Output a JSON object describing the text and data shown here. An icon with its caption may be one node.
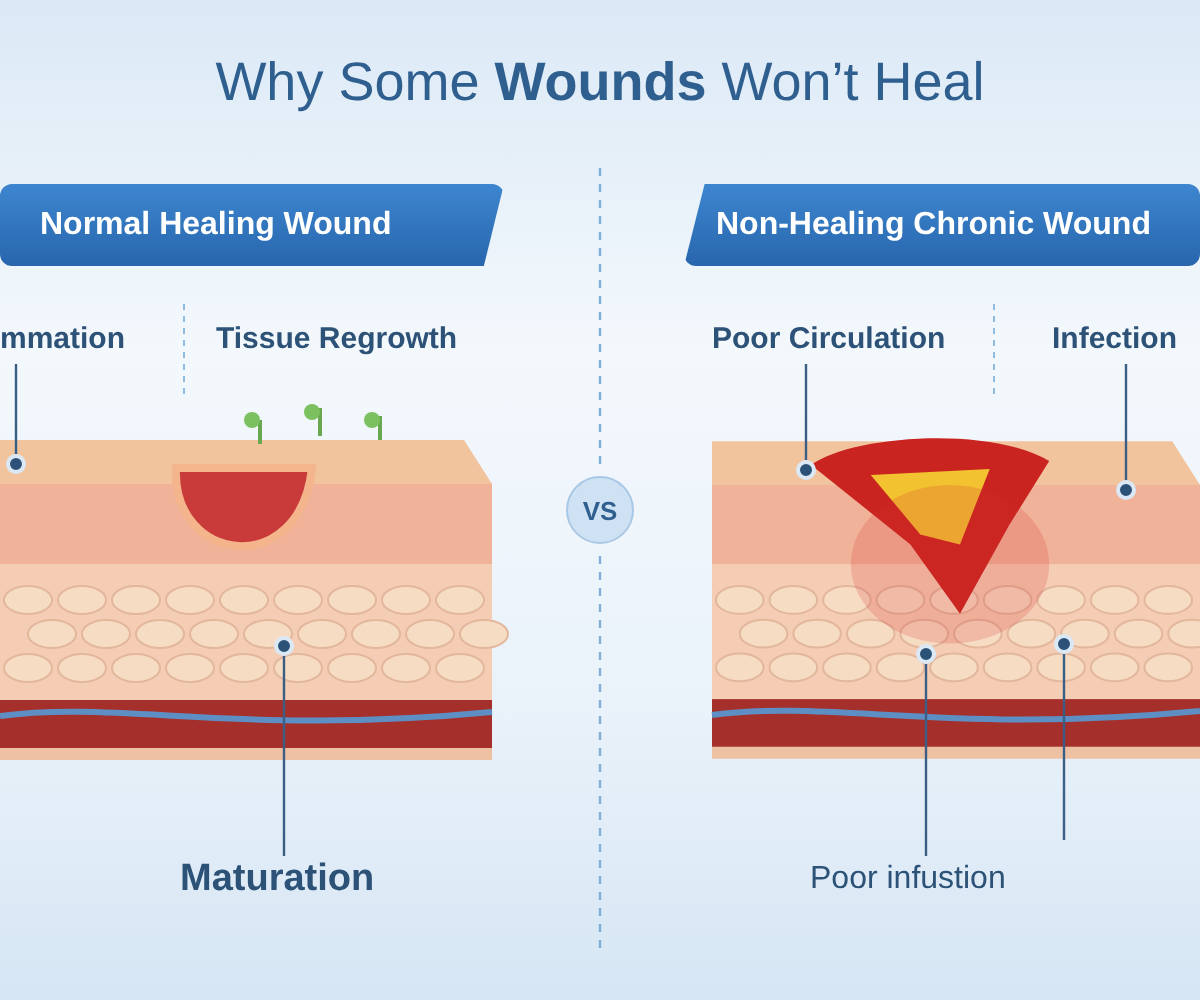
{
  "diagram": {
    "title": "Why Some **Wounds** Won’t Heal",
    "nodes": [
      {
        "text": [
          "Normal Healing Wound"
        ]
      },
      {
        "text": [
          "mmation"
        ]
      },
      {
        "text": [],
        "shape": "picture"
      },
      {
        "text": [],
        "shape": "circle",
        "in": 2
      },
      {
        "text": [],
        "shape": "circle",
        "in": 2
      },
      {
        "text": [
          "Maturation"
        ]
      },
      {
        "text": [
          "VS"
        ]
      },
      {
        "text": [
          "Non-Healing Chronic Wound"
        ]
      },
      {
        "text": [
          "Poor Circulation"
        ]
      },
      {
        "text": [
          "Infection"
        ]
      },
      {
        "text": [],
        "shape": "picture"
      },
      {
        "text": [],
        "shape": "circle",
        "in": 10
      },
      {
        "text": [],
        "shape": "circle",
        "in": 10
      },
      {
        "text": [],
        "shape": "circle",
        "in": 10
      },
      {
        "text": [],
        "shape": "circle",
        "in": 10
      },
      {
        "text": [
          "Poor infustion"
        ]
      }
    ],
    "edges": [
      {
        "from": 1,
        "to": 3,
        "arrow": "none"
      },
      {
        "from": 5,
        "to": 4,
        "arrow": "none"
      },
      {
        "from": 8,
        "to": 11,
        "arrow": "none"
      },
      {
        "from": 9,
        "to": 12,
        "arrow": "none"
      },
      {
        "from": 15,
        "to": 13,
        "arrow": "none"
      },
      {
        "from": null,
        "to": 14,
        "arrow": "none"
      }
    ],
    "labels": [
      "Tissue Regrowth"
    ]
  }
}
